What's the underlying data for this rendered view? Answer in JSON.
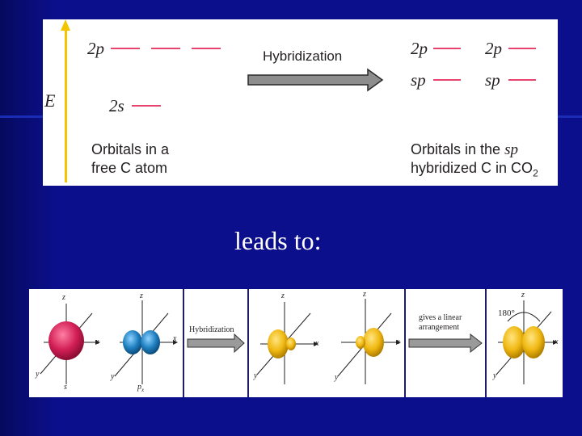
{
  "top_panel": {
    "axis_label": "E",
    "left_levels": {
      "p_label": "2p",
      "s_label": "2s"
    },
    "arrow_label": "Hybridization",
    "right_levels": {
      "p_left": "2p",
      "p_right": "2p",
      "sp_left": "sp",
      "sp_right": "sp"
    },
    "caption_left": [
      "Orbitals in a",
      "free C atom"
    ],
    "caption_right_line1_prefix": "Orbitals in the ",
    "caption_right_line1_em": "sp",
    "caption_right_line2_prefix": "hybridized C in CO",
    "caption_right_line2_sub": "2"
  },
  "middle_text": "leads to:",
  "bottom_panel": {
    "axis_labels": {
      "z": "z",
      "x": "x",
      "y": "y"
    },
    "orbital_s_label": "s",
    "orbital_p_label": "p",
    "orbital_p_sub": "x",
    "hybridization_label": "Hybridization",
    "linear_label_line1": "gives a linear",
    "linear_label_line2": "arrangement",
    "angle_label": "180°"
  },
  "colors": {
    "background": "#0b0f8c",
    "level_line": "#e8436f",
    "axis_arrow": "#f5c400",
    "s_orbital": "#d21f55",
    "p_orbital": "#1f7fc0",
    "sp_orbital": "#f0b812"
  }
}
